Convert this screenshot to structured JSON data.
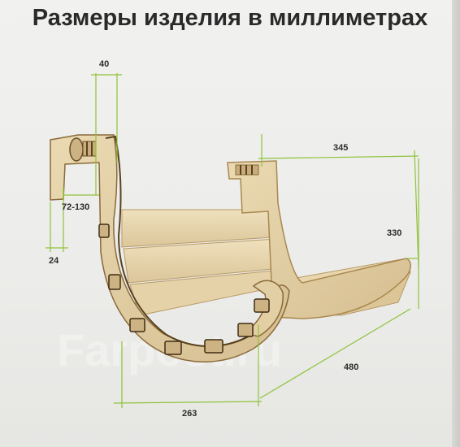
{
  "title": "Размеры изделия в миллиметрах",
  "watermark": "Farpost.ru",
  "dimensions": {
    "top_width": "40",
    "hook_gap": "72-130",
    "hook_thickness": "24",
    "back_width": "345",
    "height": "330",
    "length": "480",
    "depth": "263"
  },
  "colors": {
    "wood": "#e3cfa4",
    "wood_dark": "#c9b083",
    "edge": "#8a6a3a",
    "dimension_line": "#8fc33a"
  }
}
